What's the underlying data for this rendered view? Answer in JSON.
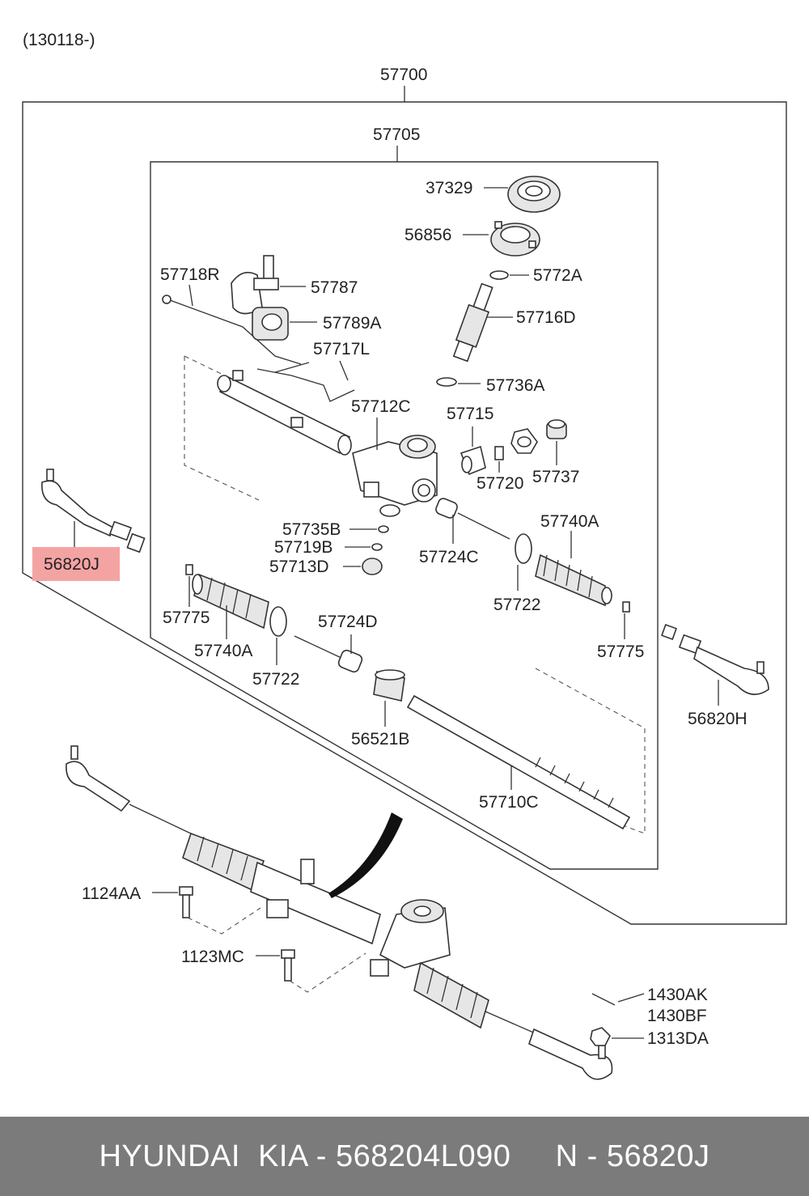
{
  "header": {
    "date_code": "(130118-)"
  },
  "labels": {
    "assembly": "57700",
    "sub_assembly": "57705",
    "l37329": "37329",
    "l56856": "56856",
    "l57718R": "57718R",
    "l57787": "57787",
    "l5772A": "5772A",
    "l57789A": "57789A",
    "l57716D": "57716D",
    "l57717L": "57717L",
    "l57736A": "57736A",
    "l57712C": "57712C",
    "l57715": "57715",
    "l57720": "57720",
    "l57737": "57737",
    "l57735B": "57735B",
    "l57719B": "57719B",
    "l57713D": "57713D",
    "l57724C": "57724C",
    "l57740A_r": "57740A",
    "l57722_r": "57722",
    "l57775_l": "57775",
    "l57740A_l": "57740A",
    "l57722_l": "57722",
    "l57724D": "57724D",
    "l57775_r": "57775",
    "l56521B": "56521B",
    "l57710C": "57710C",
    "l56820J": "56820J",
    "l56820H": "56820H",
    "l1124AA": "1124AA",
    "l1123MC": "1123MC",
    "l1430AK": "1430AK",
    "l1430BF": "1430BF",
    "l1313DA": "1313DA"
  },
  "highlight_color": "#f4a3a3",
  "footer": {
    "brand": "HYUNDAI  KIA - 568204L090",
    "code": "N - 56820J"
  }
}
